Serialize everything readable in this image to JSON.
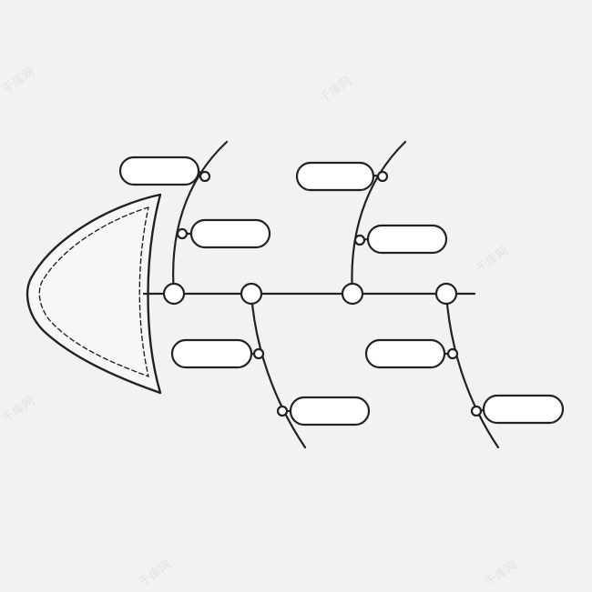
{
  "diagram": {
    "type": "fishbone",
    "colors": {
      "background": "#f2f2f2",
      "stroke": "#222222",
      "fill": "#ffffff",
      "head_fill": "#f7f7f7",
      "watermark": "#e1e1e1"
    },
    "label_boxes": [
      {
        "id": "upper-left-1",
        "text": ""
      },
      {
        "id": "upper-left-2",
        "text": ""
      },
      {
        "id": "upper-mid-1",
        "text": ""
      },
      {
        "id": "upper-mid-2",
        "text": ""
      },
      {
        "id": "lower-left-1",
        "text": ""
      },
      {
        "id": "lower-left-2",
        "text": ""
      },
      {
        "id": "lower-right-1",
        "text": ""
      },
      {
        "id": "lower-right-2",
        "text": ""
      }
    ]
  },
  "watermark": {
    "text": "千库网"
  }
}
